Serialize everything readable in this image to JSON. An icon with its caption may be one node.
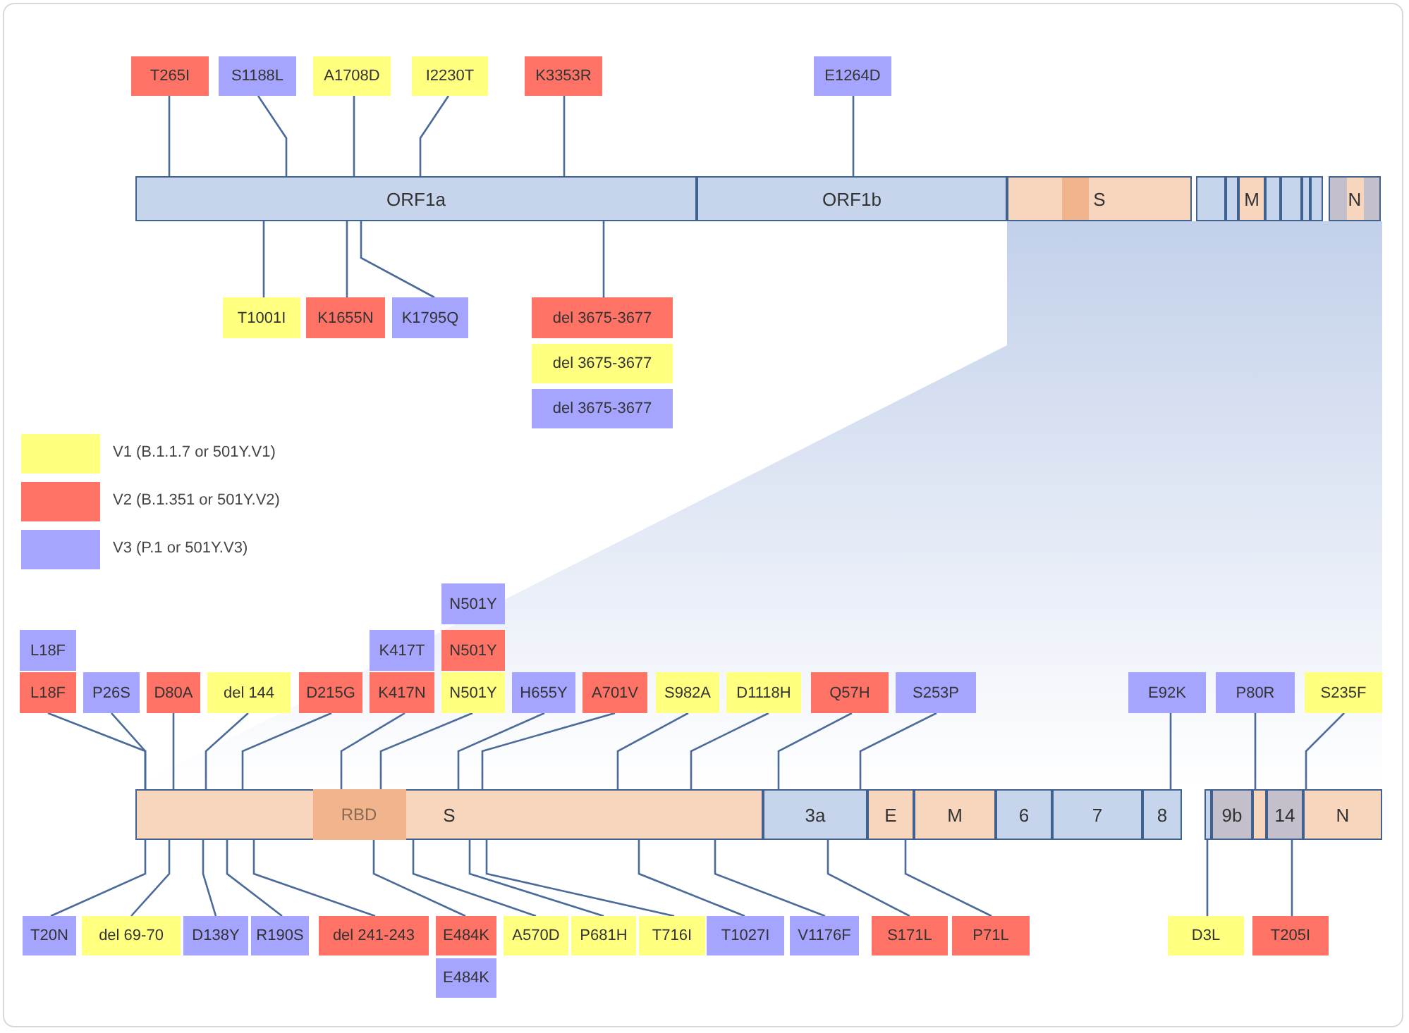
{
  "diagram": {
    "nodes": [
      {
        "text": [
          "T265I"
        ]
      },
      {
        "text": [
          "S1188L"
        ]
      },
      {
        "text": [
          "A1708D"
        ]
      },
      {
        "text": [
          "I2230T"
        ]
      },
      {
        "text": [
          "K3353R"
        ]
      },
      {
        "text": [
          "E1264D"
        ]
      },
      {
        "text": [
          "ORF1a"
        ]
      },
      {
        "text": [
          "ORF1b"
        ]
      },
      {
        "text": [
          "S"
        ]
      },
      {
        "text": [],
        "shape": "box"
      },
      {
        "text": [],
        "shape": "box"
      },
      {
        "text": [
          "M"
        ]
      },
      {
        "text": [],
        "shape": "box"
      },
      {
        "text": [],
        "shape": "box"
      },
      {
        "text": [],
        "shape": "box"
      },
      {
        "text": [],
        "shape": "box"
      },
      {
        "text": [
          "N"
        ]
      },
      {
        "text": [
          "T1001I"
        ]
      },
      {
        "text": [
          "K1655N"
        ]
      },
      {
        "text": [
          "K1795Q"
        ]
      },
      {
        "text": [
          "del 3675-3677"
        ]
      },
      {
        "text": [
          "del 3675-3677"
        ]
      },
      {
        "text": [
          "del 3675-3677"
        ]
      },
      {
        "text": [
          "N501Y"
        ]
      },
      {
        "text": [
          "L18F"
        ]
      },
      {
        "text": [
          "K417T"
        ]
      },
      {
        "text": [
          "N501Y"
        ]
      },
      {
        "text": [
          "L18F"
        ]
      },
      {
        "text": [
          "P26S"
        ]
      },
      {
        "text": [
          "D80A"
        ]
      },
      {
        "text": [
          "del 144"
        ]
      },
      {
        "text": [
          "D215G"
        ]
      },
      {
        "text": [
          "K417N"
        ]
      },
      {
        "text": [
          "N501Y"
        ]
      },
      {
        "text": [
          "H655Y"
        ]
      },
      {
        "text": [
          "A701V"
        ]
      },
      {
        "text": [
          "S982A"
        ]
      },
      {
        "text": [
          "D1118H"
        ]
      },
      {
        "text": [
          "Q57H"
        ]
      },
      {
        "text": [
          "S253P"
        ]
      },
      {
        "text": [
          "E92K"
        ]
      },
      {
        "text": [
          "P80R"
        ]
      },
      {
        "text": [
          "S235F"
        ]
      },
      {
        "text": [
          "S"
        ]
      },
      {
        "text": [
          "RBD"
        ],
        "in": 43
      },
      {
        "text": [
          "3a"
        ]
      },
      {
        "text": [
          "E"
        ]
      },
      {
        "text": [
          "M"
        ]
      },
      {
        "text": [
          "6"
        ]
      },
      {
        "text": [
          "7"
        ]
      },
      {
        "text": [
          "8"
        ]
      },
      {
        "text": [],
        "shape": "box"
      },
      {
        "text": [
          "9b"
        ]
      },
      {
        "text": [],
        "shape": "box"
      },
      {
        "text": [
          "14"
        ]
      },
      {
        "text": [
          "N"
        ]
      },
      {
        "text": [
          "T20N"
        ]
      },
      {
        "text": [
          "del 69-70"
        ]
      },
      {
        "text": [
          "D138Y"
        ]
      },
      {
        "text": [
          "R190S"
        ]
      },
      {
        "text": [
          "del 241-243"
        ]
      },
      {
        "text": [
          "E484K"
        ]
      },
      {
        "text": [
          "A570D"
        ]
      },
      {
        "text": [
          "P681H"
        ]
      },
      {
        "text": [
          "T716I"
        ]
      },
      {
        "text": [
          "T1027I"
        ]
      },
      {
        "text": [
          "V1176F"
        ]
      },
      {
        "text": [
          "S171L"
        ]
      },
      {
        "text": [
          "P71L"
        ]
      },
      {
        "text": [
          "D3L"
        ]
      },
      {
        "text": [
          "T205I"
        ]
      },
      {
        "text": [
          "E484K"
        ]
      }
    ],
    "edges": [
      {
        "from": 0,
        "to": 6,
        "arrow": "none"
      },
      {
        "from": 1,
        "to": 6,
        "arrow": "none"
      },
      {
        "from": 2,
        "to": 6,
        "arrow": "none"
      },
      {
        "from": 3,
        "to": 6,
        "arrow": "none"
      },
      {
        "from": 4,
        "to": 6,
        "arrow": "none"
      },
      {
        "from": 5,
        "to": 7,
        "arrow": "none"
      },
      {
        "from": 17,
        "to": 6,
        "arrow": "none"
      },
      {
        "from": 18,
        "to": 6,
        "arrow": "none"
      },
      {
        "from": 19,
        "to": 6,
        "arrow": "none"
      },
      {
        "from": 20,
        "to": 6,
        "arrow": "none"
      },
      {
        "from": 27,
        "to": 43,
        "arrow": "none"
      },
      {
        "from": 28,
        "to": 43,
        "arrow": "none"
      },
      {
        "from": 29,
        "to": 43,
        "arrow": "none"
      },
      {
        "from": 30,
        "to": 43,
        "arrow": "none"
      },
      {
        "from": 31,
        "to": 43,
        "arrow": "none"
      },
      {
        "from": 32,
        "to": 43,
        "arrow": "none"
      },
      {
        "from": 33,
        "to": 43,
        "arrow": "none"
      },
      {
        "from": 34,
        "to": 43,
        "arrow": "none"
      },
      {
        "from": 35,
        "to": 43,
        "arrow": "none"
      },
      {
        "from": 36,
        "to": 43,
        "arrow": "none"
      },
      {
        "from": 37,
        "to": 43,
        "arrow": "none"
      },
      {
        "from": 38,
        "to": 45,
        "arrow": "none"
      },
      {
        "from": 39,
        "to": 45,
        "arrow": "none"
      },
      {
        "from": 40,
        "to": 50,
        "arrow": "none"
      },
      {
        "from": 41,
        "to": 53,
        "arrow": "none"
      },
      {
        "from": 42,
        "to": 55,
        "arrow": "none"
      },
      {
        "from": 56,
        "to": 43,
        "arrow": "none"
      },
      {
        "from": 57,
        "to": 43,
        "arrow": "none"
      },
      {
        "from": 58,
        "to": 43,
        "arrow": "none"
      },
      {
        "from": 59,
        "to": 43,
        "arrow": "none"
      },
      {
        "from": 60,
        "to": 43,
        "arrow": "none"
      },
      {
        "from": 61,
        "to": 43,
        "arrow": "none"
      },
      {
        "from": 62,
        "to": 43,
        "arrow": "none"
      },
      {
        "from": 63,
        "to": 43,
        "arrow": "none"
      },
      {
        "from": 64,
        "to": 43,
        "arrow": "none"
      },
      {
        "from": 65,
        "to": 43,
        "arrow": "none"
      },
      {
        "from": 66,
        "to": 43,
        "arrow": "none"
      },
      {
        "from": 67,
        "to": 45,
        "arrow": "none"
      },
      {
        "from": 68,
        "to": 46,
        "arrow": "none"
      },
      {
        "from": 69,
        "to": 51,
        "arrow": "none"
      },
      {
        "from": 70,
        "to": 54,
        "arrow": "none"
      }
    ],
    "legend": [
      {
        "text": "V1 (B.1.1.7 or 501Y.V1)",
        "color": "#ffff80"
      },
      {
        "text": "V2 (B.1.351 or 501Y.V2)",
        "color": "#ff7366"
      },
      {
        "text": "V3 (P.1 or 501Y.V3)",
        "color": "#a5a5ff"
      }
    ]
  }
}
